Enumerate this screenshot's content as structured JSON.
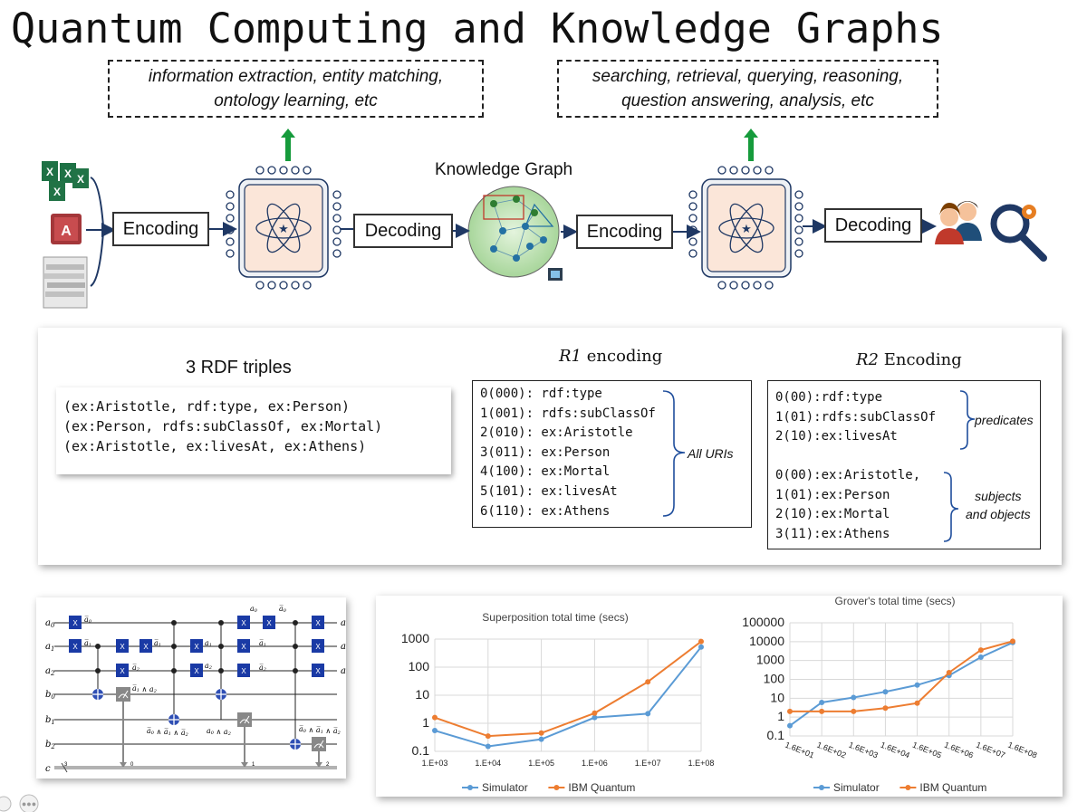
{
  "title": "Quantum Computing and Knowledge Graphs",
  "top": {
    "left_tasks": [
      "information extraction, entity matching,",
      "ontology learning, etc"
    ],
    "right_tasks": [
      "searching, retrieval,  querying, reasoning,",
      "question answering, analysis, etc"
    ],
    "encoding1": "Encoding",
    "decoding1": "Decoding",
    "kg_label": "Knowledge Graph",
    "encoding2": "Encoding",
    "decoding2": "Decoding",
    "icons": [
      "excel-icon",
      "access-icon",
      "documents-icon",
      "users-icon",
      "search-gear-icon"
    ],
    "colors": {
      "arrow": "#1f3864",
      "up_arrow": "#169b3c",
      "chip_fill": "#fbe6d9",
      "kg_fill": "#c8e6c0"
    }
  },
  "rdf": {
    "heading": "3 RDF triples",
    "triples": [
      "(ex:Aristotle, rdf:type, ex:Person)",
      "(ex:Person, rdfs:subClassOf, ex:Mortal)",
      "(ex:Aristotle, ex:livesAt, ex:Athens)"
    ],
    "r1_var": "R1",
    "r1_title": " encoding",
    "r1_lines": [
      "0(000): rdf:type",
      "1(001): rdfs:subClassOf",
      "2(010): ex:Aristotle",
      "3(011): ex:Person",
      "4(100): ex:Mortal",
      "5(101): ex:livesAt",
      "6(110): ex:Athens"
    ],
    "r1_brace_label": "All URIs",
    "r2_var": "R2",
    "r2_title": " Encoding",
    "r2_pred_lines": [
      "0(00):rdf:type",
      "1(01):rdfs:subClassOf",
      "2(10):ex:livesAt"
    ],
    "r2_pred_label": "predicates",
    "r2_so_lines": [
      "0(00):ex:Aristotle,",
      "1(01):ex:Person",
      "2(10):ex:Mortal",
      "3(11):ex:Athens"
    ],
    "r2_so_label": [
      "subjects",
      "and objects"
    ]
  },
  "circuit": {
    "wires": [
      "a0",
      "a1",
      "a2",
      "b0",
      "b1",
      "b2",
      "c"
    ],
    "wire_labels": [
      {
        "base": "a",
        "sub": "0"
      },
      {
        "base": "a",
        "sub": "1"
      },
      {
        "base": "a",
        "sub": "2"
      },
      {
        "base": "b",
        "sub": "0"
      },
      {
        "base": "b",
        "sub": "1"
      },
      {
        "base": "b",
        "sub": "2"
      },
      {
        "base": "c",
        "sub": ""
      }
    ],
    "gate_label": "X",
    "classical_bits": [
      "3",
      "0",
      "1",
      "2"
    ]
  },
  "chart_data": [
    {
      "type": "line",
      "title": "Superposition total time (secs)",
      "categories": [
        "1.E+03",
        "1.E+04",
        "1.E+05",
        "1.E+06",
        "1.E+07",
        "1.E+08"
      ],
      "x": [
        1000,
        10000,
        100000,
        1000000,
        10000000,
        100000000
      ],
      "ylog": true,
      "ylim": [
        0.1,
        1000
      ],
      "yticks": [
        "0.1",
        "1",
        "10",
        "100",
        "1000"
      ],
      "grid": true,
      "legend": "bottom",
      "series": [
        {
          "name": "Simulator",
          "color": "#5b9bd5",
          "values": [
            0.55,
            0.15,
            0.27,
            1.6,
            2.2,
            520
          ]
        },
        {
          "name": "IBM Quantum",
          "color": "#ed7d31",
          "values": [
            1.6,
            0.35,
            0.45,
            2.3,
            30,
            820
          ]
        }
      ]
    },
    {
      "type": "line",
      "title": "Grover's total time (secs)",
      "categories": [
        "1.6E+01",
        "1.6E+02",
        "1.6E+03",
        "1.6E+04",
        "1.6E+05",
        "1.6E+06",
        "1.6E+07",
        "1.6E+08"
      ],
      "x": [
        16,
        160,
        1600,
        16000,
        160000,
        1600000,
        16000000,
        160000000
      ],
      "ylog": true,
      "ylim": [
        0.1,
        100000
      ],
      "yticks": [
        "0.1",
        "1",
        "10",
        "100",
        "1000",
        "10000",
        "100000"
      ],
      "grid": true,
      "legend": "bottom",
      "series": [
        {
          "name": "Simulator",
          "color": "#5b9bd5",
          "values": [
            0.35,
            6,
            11,
            22,
            50,
            160,
            1500,
            9000
          ]
        },
        {
          "name": "IBM Quantum",
          "color": "#ed7d31",
          "values": [
            2,
            2,
            2,
            3,
            5.5,
            230,
            3600,
            10500
          ]
        }
      ]
    }
  ]
}
